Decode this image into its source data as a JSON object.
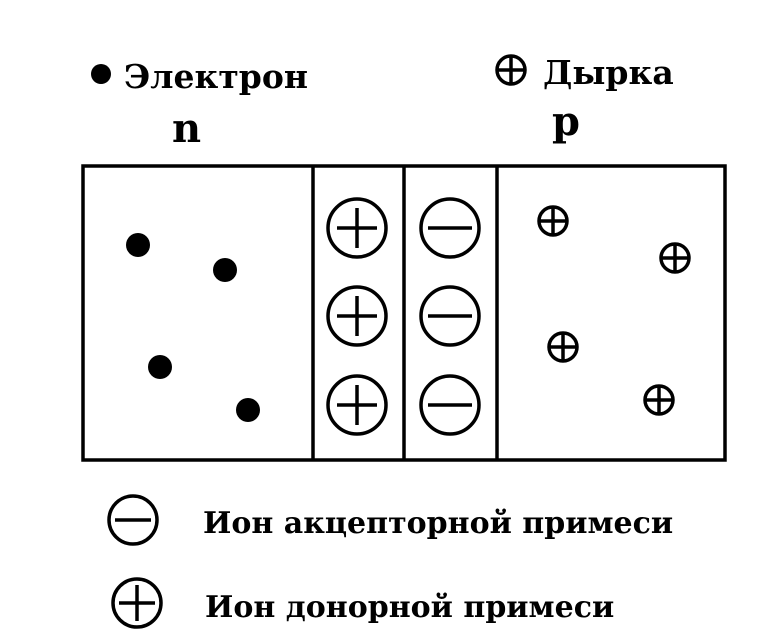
{
  "legend": {
    "electron_label": "Электрон",
    "hole_label": "Дырка",
    "acceptor_ion_label": "Ион акцепторной примеси",
    "donor_ion_label": "Ион донорной примеси"
  },
  "regions": {
    "n_label": "n",
    "p_label": "p"
  },
  "colors": {
    "stroke": "#000000",
    "background": "#ffffff"
  }
}
